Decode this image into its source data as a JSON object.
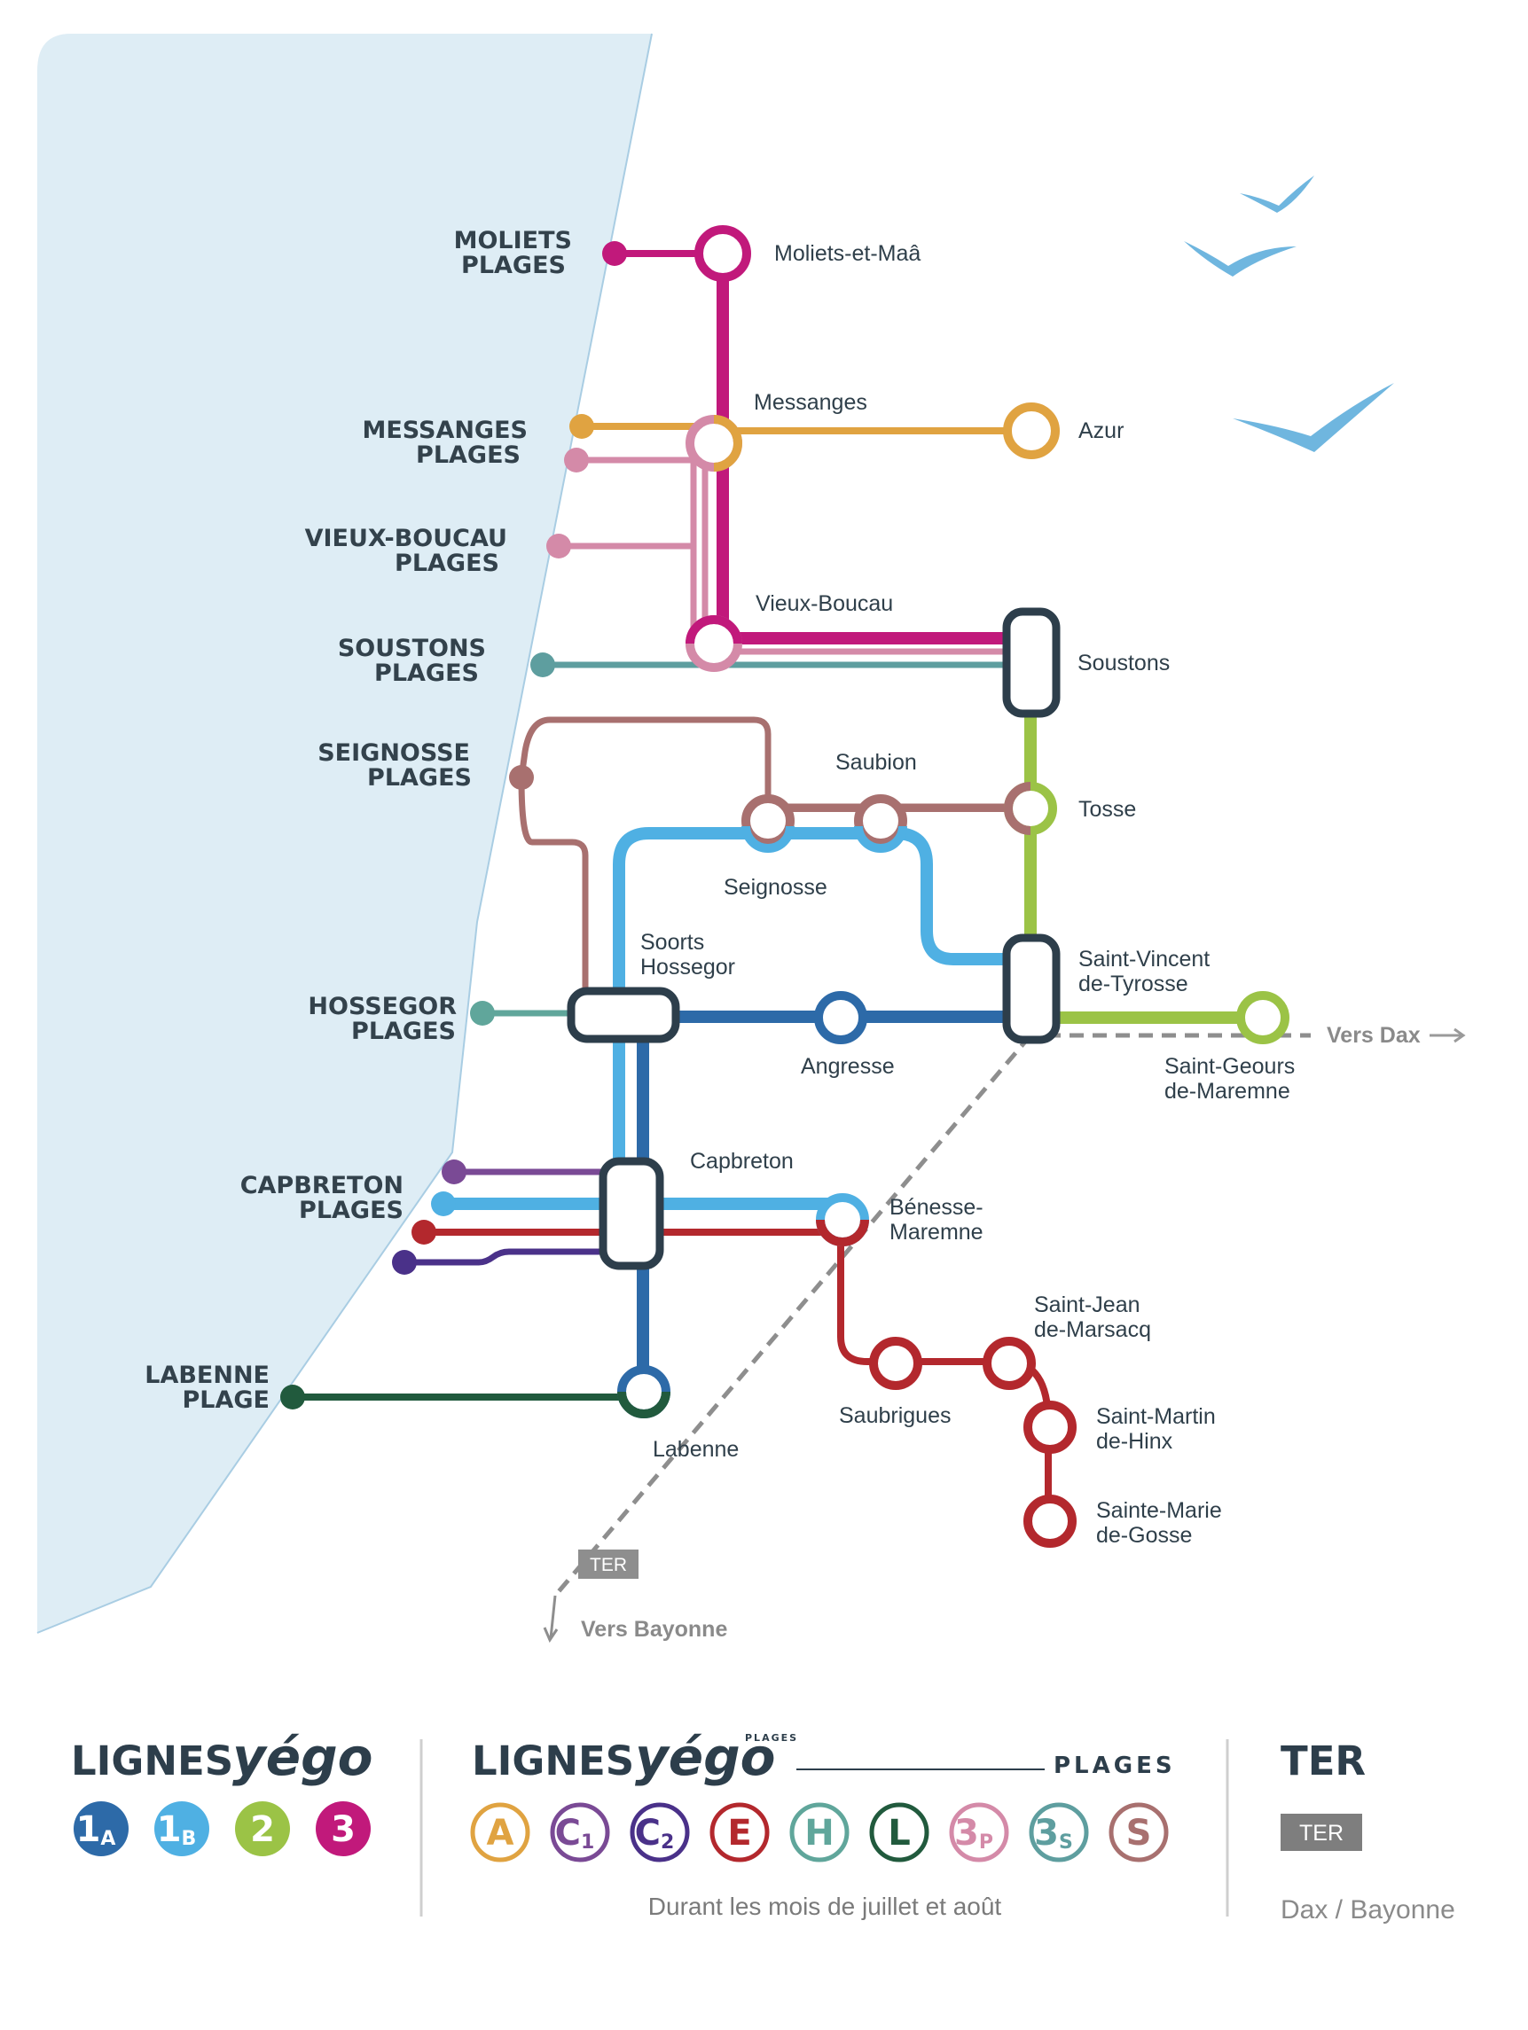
{
  "colors": {
    "sea": "#deedf5",
    "coast": "#a9cde3",
    "line_1A": "#2d6aa8",
    "line_1B": "#4fb0e3",
    "line_2": "#9bc346",
    "line_3": "#c1197b",
    "line_A": "#e0a341",
    "line_C1": "#7a4a95",
    "line_C2": "#4a3189",
    "line_E": "#b3282d",
    "line_H": "#60a69b",
    "line_L": "#215a3d",
    "line_3P": "#d48aa8",
    "line_3S": "#5e9e9f",
    "line_S": "#a8706f",
    "hub": "#2d3e4b",
    "ter": "#7e7e7e",
    "birds": "#6fb6df"
  },
  "icons": [
    "bird-icon"
  ],
  "beaches": [
    {
      "key": "moliets",
      "line1": "MOLIETS",
      "line2": "PLAGES"
    },
    {
      "key": "messanges",
      "line1": "MESSANGES",
      "line2": "PLAGES"
    },
    {
      "key": "vieux",
      "line1": "VIEUX-BOUCAU",
      "line2": "PLAGES"
    },
    {
      "key": "soustons",
      "line1": "SOUSTONS",
      "line2": "PLAGES"
    },
    {
      "key": "seignosse",
      "line1": "SEIGNOSSE",
      "line2": "PLAGES"
    },
    {
      "key": "hossegor",
      "line1": "HOSSEGOR",
      "line2": "PLAGES"
    },
    {
      "key": "capbreton",
      "line1": "CAPBRETON",
      "line2": "PLAGES"
    },
    {
      "key": "labenne",
      "line1": "LABENNE",
      "line2": "PLAGE"
    }
  ],
  "stations": {
    "moliets": [
      "Moliets-et-Maâ"
    ],
    "messanges": [
      "Messanges"
    ],
    "azur": [
      "Azur"
    ],
    "vieux_boucau": [
      "Vieux-Boucau"
    ],
    "soustons": [
      "Soustons"
    ],
    "saubion": [
      "Saubion"
    ],
    "tosse": [
      "Tosse"
    ],
    "seignosse": [
      "Seignosse"
    ],
    "soorts": [
      "Soorts",
      "Hossegor"
    ],
    "saint_vincent": [
      "Saint-Vincent",
      "de-Tyrosse"
    ],
    "angresse": [
      "Angresse"
    ],
    "saint_geours": [
      "Saint-Geours",
      "de-Maremne"
    ],
    "capbreton": [
      "Capbreton"
    ],
    "benesse": [
      "Bénesse-",
      "Maremne"
    ],
    "saint_jean": [
      "Saint-Jean",
      "de-Marsacq"
    ],
    "saubrigues": [
      "Saubrigues"
    ],
    "saint_martin": [
      "Saint-Martin",
      "de-Hinx"
    ],
    "labenne": [
      "Labenne"
    ],
    "sainte_marie": [
      "Sainte-Marie",
      "de-Gosse"
    ]
  },
  "ter_map": {
    "badge": "TER",
    "vers_dax": "Vers Dax",
    "vers_bayonne": "Vers Bayonne"
  },
  "legend": {
    "group1": {
      "title": "LIGNES",
      "brand": "yégo",
      "lines": [
        {
          "main": "1",
          "sub": "A",
          "color": "#2d6aa8",
          "style": "filled"
        },
        {
          "main": "1",
          "sub": "B",
          "color": "#4fb0e3",
          "style": "filled"
        },
        {
          "main": "2",
          "sub": "",
          "color": "#9bc346",
          "style": "filled"
        },
        {
          "main": "3",
          "sub": "",
          "color": "#c1197b",
          "style": "filled"
        }
      ]
    },
    "group2": {
      "title": "LIGNES",
      "brand": "yégo",
      "brand_tag": "PLAGES",
      "suffix": "PLAGES",
      "lines": [
        {
          "main": "A",
          "sub": "",
          "color": "#e0a341",
          "style": "outline"
        },
        {
          "main": "C",
          "sub": "1",
          "color": "#7a4a95",
          "style": "outline"
        },
        {
          "main": "C",
          "sub": "2",
          "color": "#4a3189",
          "style": "outline"
        },
        {
          "main": "E",
          "sub": "",
          "color": "#b3282d",
          "style": "outline"
        },
        {
          "main": "H",
          "sub": "",
          "color": "#60a69b",
          "style": "outline"
        },
        {
          "main": "L",
          "sub": "",
          "color": "#215a3d",
          "style": "outline"
        },
        {
          "main": "3",
          "sub": "P",
          "color": "#d48aa8",
          "style": "outline"
        },
        {
          "main": "3",
          "sub": "S",
          "color": "#5e9e9f",
          "style": "outline"
        },
        {
          "main": "S",
          "sub": "",
          "color": "#a8706f",
          "style": "outline"
        }
      ],
      "note": "Durant les mois de juillet et août"
    },
    "group3": {
      "title": "TER",
      "badge": "TER",
      "note": "Dax / Bayonne"
    }
  }
}
